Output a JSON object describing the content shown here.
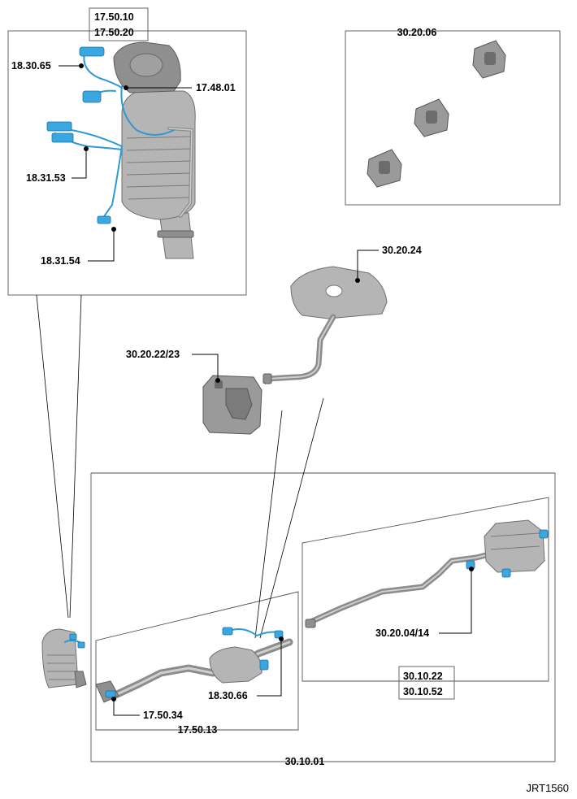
{
  "labels": {
    "l_17_50_10": "17.50.10",
    "l_17_50_20": "17.50.20",
    "l_18_30_65": "18.30.65",
    "l_17_48_01": "17.48.01",
    "l_18_31_53": "18.31.53",
    "l_18_31_54": "18.31.54",
    "l_30_20_06": "30.20.06",
    "l_30_20_24": "30.20.24",
    "l_30_20_22_23": "30.20.22/23",
    "l_30_20_04_14": "30.20.04/14",
    "l_30_10_22": "30.10.22",
    "l_30_10_52": "30.10.52",
    "l_18_30_66": "18.30.66",
    "l_17_50_34": "17.50.34",
    "l_17_50_13": "17.50.13",
    "l_30_10_01": "30.10.01"
  },
  "reference": "JRT1560",
  "colors": {
    "sensor_blue": "#3aa7e0",
    "metal_grey": "#b5b5b5",
    "frame_grey": "#555555"
  }
}
